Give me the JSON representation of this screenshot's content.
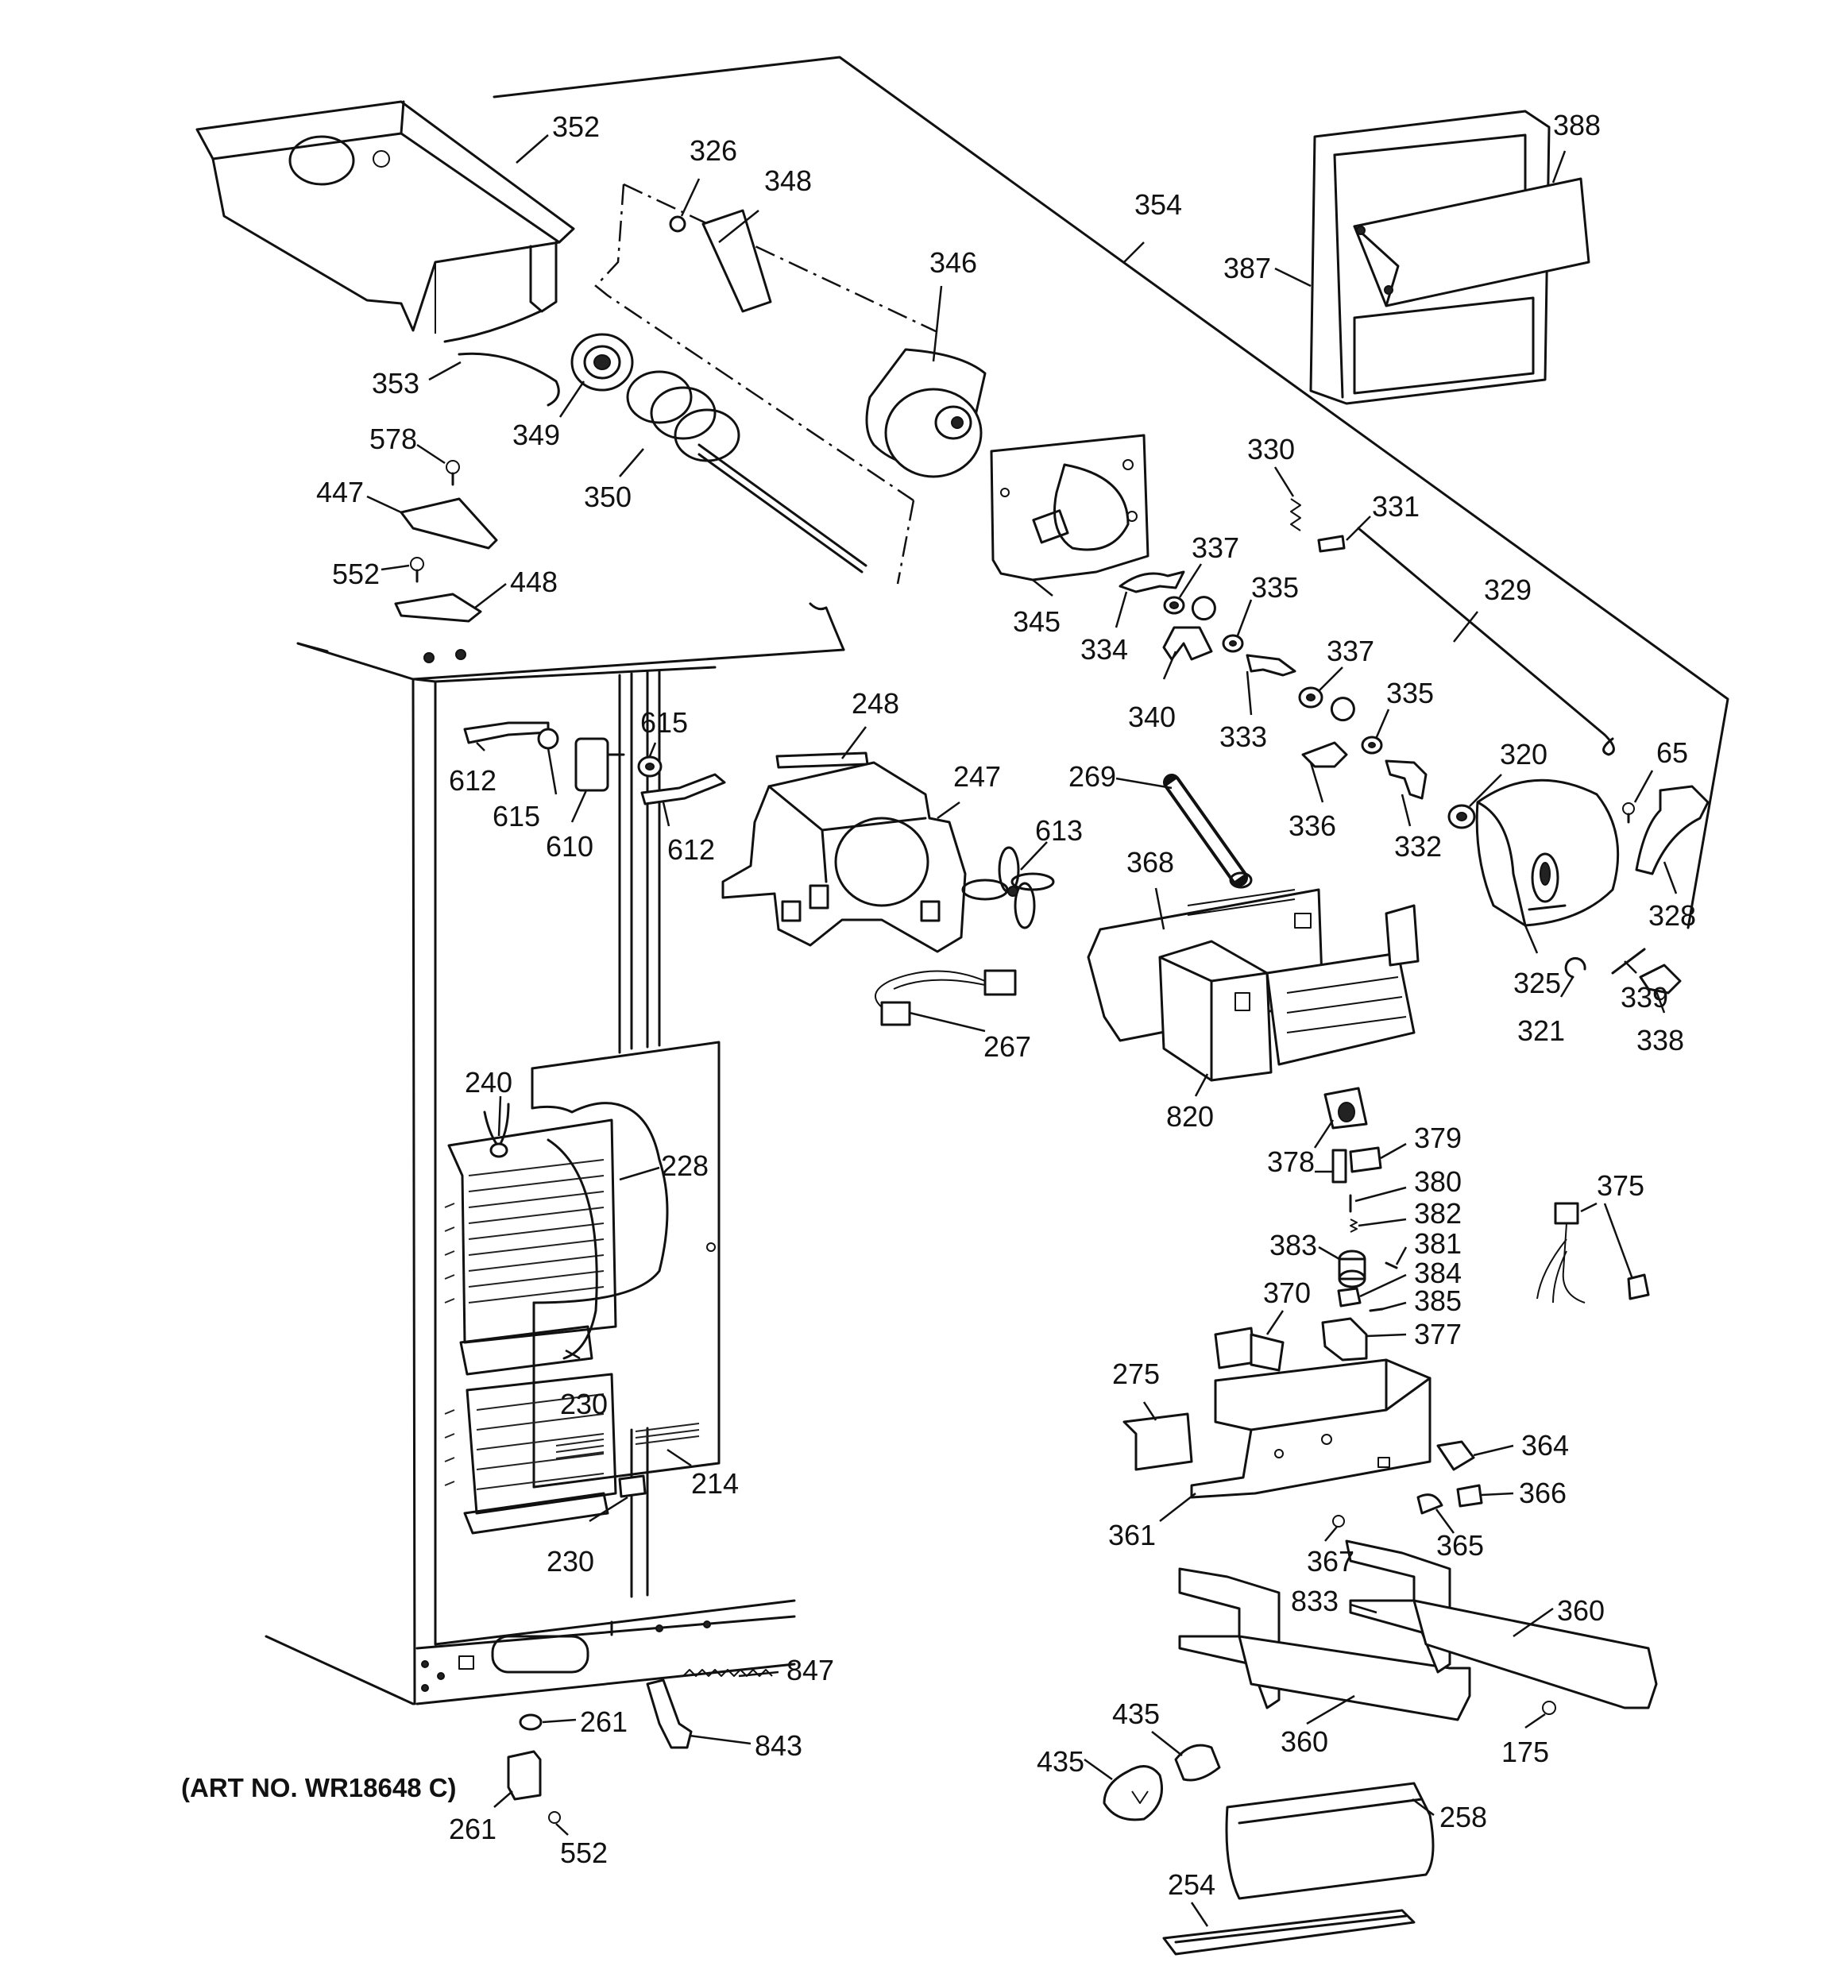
{
  "diagram": {
    "art_number": "(ART NO. WR18648 C)",
    "callouts": [
      {
        "id": "c352a",
        "text": "352"
      },
      {
        "id": "c326",
        "text": "326"
      },
      {
        "id": "c348",
        "text": "348"
      },
      {
        "id": "c346",
        "text": "346"
      },
      {
        "id": "c354",
        "text": "354"
      },
      {
        "id": "c388",
        "text": "388"
      },
      {
        "id": "c387",
        "text": "387"
      },
      {
        "id": "c353",
        "text": "353"
      },
      {
        "id": "c349",
        "text": "349"
      },
      {
        "id": "c350",
        "text": "350"
      },
      {
        "id": "c578",
        "text": "578"
      },
      {
        "id": "c447",
        "text": "447"
      },
      {
        "id": "c552a",
        "text": "552"
      },
      {
        "id": "c448",
        "text": "448"
      },
      {
        "id": "c345",
        "text": "345"
      },
      {
        "id": "c330",
        "text": "330"
      },
      {
        "id": "c331",
        "text": "331"
      },
      {
        "id": "c337a",
        "text": "337"
      },
      {
        "id": "c335a",
        "text": "335"
      },
      {
        "id": "c329",
        "text": "329"
      },
      {
        "id": "c334",
        "text": "334"
      },
      {
        "id": "c340",
        "text": "340"
      },
      {
        "id": "c333",
        "text": "333"
      },
      {
        "id": "c337b",
        "text": "337"
      },
      {
        "id": "c335b",
        "text": "335"
      },
      {
        "id": "c320",
        "text": "320"
      },
      {
        "id": "c65",
        "text": "65"
      },
      {
        "id": "c336",
        "text": "336"
      },
      {
        "id": "c332",
        "text": "332"
      },
      {
        "id": "c328",
        "text": "328"
      },
      {
        "id": "c325",
        "text": "325"
      },
      {
        "id": "c321",
        "text": "321"
      },
      {
        "id": "c339",
        "text": "339"
      },
      {
        "id": "c338",
        "text": "338"
      },
      {
        "id": "c248",
        "text": "248"
      },
      {
        "id": "c247",
        "text": "247"
      },
      {
        "id": "c615a",
        "text": "615"
      },
      {
        "id": "c612a",
        "text": "612"
      },
      {
        "id": "c615b",
        "text": "615"
      },
      {
        "id": "c610",
        "text": "610"
      },
      {
        "id": "c612b",
        "text": "612"
      },
      {
        "id": "c613",
        "text": "613"
      },
      {
        "id": "c269",
        "text": "269"
      },
      {
        "id": "c368",
        "text": "368"
      },
      {
        "id": "c267",
        "text": "267"
      },
      {
        "id": "c820",
        "text": "820"
      },
      {
        "id": "c240",
        "text": "240"
      },
      {
        "id": "c228",
        "text": "228"
      },
      {
        "id": "c230a",
        "text": "230"
      },
      {
        "id": "c214",
        "text": "214"
      },
      {
        "id": "c230b",
        "text": "230"
      },
      {
        "id": "c378",
        "text": "378"
      },
      {
        "id": "c379",
        "text": "379"
      },
      {
        "id": "c380",
        "text": "380"
      },
      {
        "id": "c382",
        "text": "382"
      },
      {
        "id": "c383",
        "text": "383"
      },
      {
        "id": "c381",
        "text": "381"
      },
      {
        "id": "c384",
        "text": "384"
      },
      {
        "id": "c385",
        "text": "385"
      },
      {
        "id": "c370",
        "text": "370"
      },
      {
        "id": "c377",
        "text": "377"
      },
      {
        "id": "c375",
        "text": "375"
      },
      {
        "id": "c275",
        "text": "275"
      },
      {
        "id": "c364",
        "text": "364"
      },
      {
        "id": "c366",
        "text": "366"
      },
      {
        "id": "c365",
        "text": "365"
      },
      {
        "id": "c361",
        "text": "361"
      },
      {
        "id": "c367",
        "text": "367"
      },
      {
        "id": "c833",
        "text": "833"
      },
      {
        "id": "c360a",
        "text": "360"
      },
      {
        "id": "c847",
        "text": "847"
      },
      {
        "id": "c261a",
        "text": "261"
      },
      {
        "id": "c843",
        "text": "843"
      },
      {
        "id": "c435a",
        "text": "435"
      },
      {
        "id": "c435b",
        "text": "435"
      },
      {
        "id": "c360b",
        "text": "360"
      },
      {
        "id": "c175",
        "text": "175"
      },
      {
        "id": "c258",
        "text": "258"
      },
      {
        "id": "c261b",
        "text": "261"
      },
      {
        "id": "c552b",
        "text": "552"
      },
      {
        "id": "c254",
        "text": "254"
      }
    ]
  }
}
